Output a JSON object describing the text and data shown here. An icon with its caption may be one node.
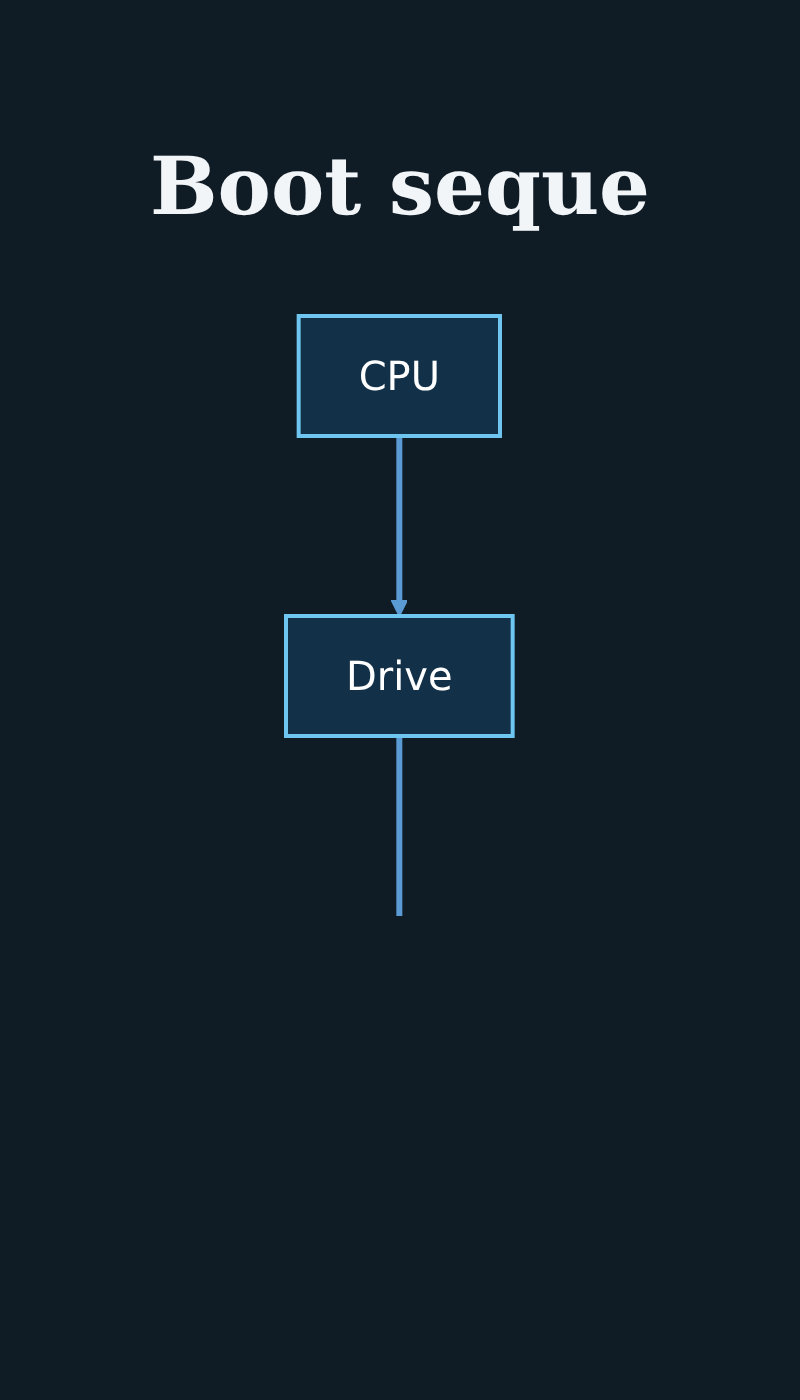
{
  "diagram": {
    "title": "Boot seque",
    "nodes": [
      {
        "text": [
          "CPU"
        ]
      },
      {
        "text": [
          "Drive"
        ]
      }
    ],
    "edges": [
      {
        "from": 0,
        "to": 1,
        "arrow": "to"
      },
      {
        "from": 1,
        "to": null,
        "arrow": "none"
      }
    ]
  }
}
